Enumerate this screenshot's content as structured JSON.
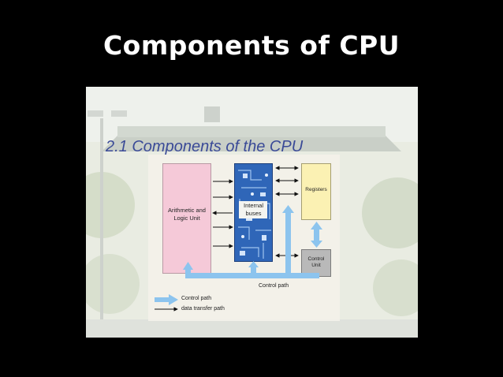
{
  "slide": {
    "title": "Components of CPU"
  },
  "diagram": {
    "heading": "2.1  Components of the CPU",
    "alu": [
      "Arithmetic and",
      "Logic Unit"
    ],
    "buses": [
      "Internal",
      "buses"
    ],
    "registers": "Registers",
    "control_unit": [
      "Control",
      "Unit"
    ],
    "control_path_label": "Control path",
    "legend": {
      "control_path": "Control path",
      "data_transfer_path": "data transfer path"
    },
    "colors": {
      "alu": "#f5c9d8",
      "registers": "#fbf1b3",
      "control_unit": "#b9b9b9",
      "buses": "#2e64b6",
      "control_arrow": "#8cc4ee",
      "heading": "#3a4a97"
    }
  }
}
